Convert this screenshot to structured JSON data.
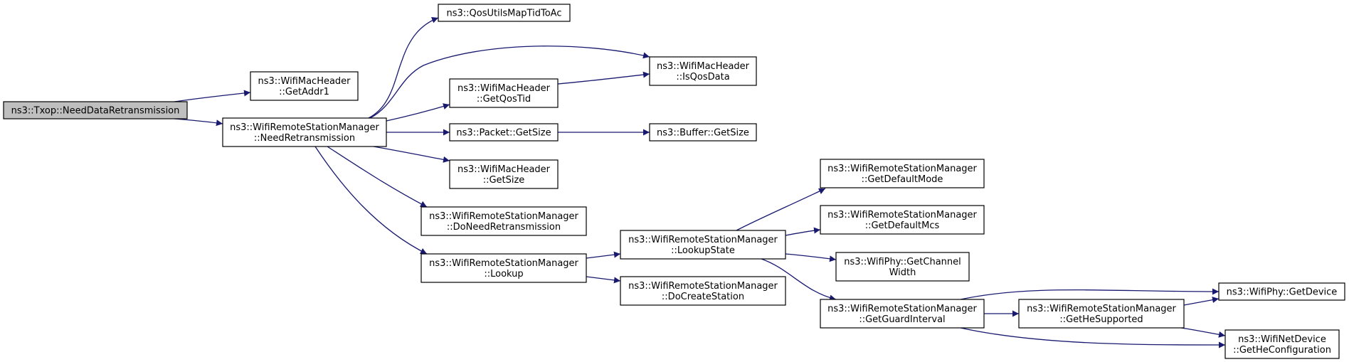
{
  "colors": {
    "edge": "#191970",
    "node_fill": "#ffffff",
    "root_fill": "#bfbfbf",
    "border": "#000000"
  },
  "nodes": [
    {
      "id": "root",
      "lines": [
        "ns3::Txop::NeedDataRetransmission"
      ],
      "root": true
    },
    {
      "id": "addr1",
      "lines": [
        "ns3::WifiMacHeader",
        "::GetAddr1"
      ]
    },
    {
      "id": "needre",
      "lines": [
        "ns3::WifiRemoteStationManager",
        "::NeedRetransmission"
      ]
    },
    {
      "id": "qosmap",
      "lines": [
        "ns3::QosUtilsMapTidToAc"
      ]
    },
    {
      "id": "qostid",
      "lines": [
        "ns3::WifiMacHeader",
        "::GetQosTid"
      ]
    },
    {
      "id": "pktsz",
      "lines": [
        "ns3::Packet::GetSize"
      ]
    },
    {
      "id": "hdrsz",
      "lines": [
        "ns3::WifiMacHeader",
        "::GetSize"
      ]
    },
    {
      "id": "doneed",
      "lines": [
        "ns3::WifiRemoteStationManager",
        "::DoNeedRetransmission"
      ]
    },
    {
      "id": "lookup",
      "lines": [
        "ns3::WifiRemoteStationManager",
        "::Lookup"
      ]
    },
    {
      "id": "isqos",
      "lines": [
        "ns3::WifiMacHeader",
        "::IsQosData"
      ]
    },
    {
      "id": "bufsz",
      "lines": [
        "ns3::Buffer::GetSize"
      ]
    },
    {
      "id": "lkstate",
      "lines": [
        "ns3::WifiRemoteStationManager",
        "::LookupState"
      ]
    },
    {
      "id": "docreate",
      "lines": [
        "ns3::WifiRemoteStationManager",
        "::DoCreateStation"
      ]
    },
    {
      "id": "defmode",
      "lines": [
        "ns3::WifiRemoteStationManager",
        "::GetDefaultMode"
      ]
    },
    {
      "id": "defmcs",
      "lines": [
        "ns3::WifiRemoteStationManager",
        "::GetDefaultMcs"
      ]
    },
    {
      "id": "chanw",
      "lines": [
        "ns3::WifiPhy::GetChannel",
        "Width"
      ]
    },
    {
      "id": "guard",
      "lines": [
        "ns3::WifiRemoteStationManager",
        "::GetGuardInterval"
      ]
    },
    {
      "id": "hesup",
      "lines": [
        "ns3::WifiRemoteStationManager",
        "::GetHeSupported"
      ]
    },
    {
      "id": "getdev",
      "lines": [
        "ns3::WifiPhy::GetDevice"
      ]
    },
    {
      "id": "hecfg",
      "lines": [
        "ns3::WifiNetDevice",
        "::GetHeConfiguration"
      ]
    }
  ],
  "edges": [
    [
      "root",
      "addr1"
    ],
    [
      "root",
      "needre"
    ],
    [
      "needre",
      "qosmap"
    ],
    [
      "needre",
      "isqos"
    ],
    [
      "needre",
      "qostid"
    ],
    [
      "needre",
      "pktsz"
    ],
    [
      "needre",
      "hdrsz"
    ],
    [
      "needre",
      "doneed"
    ],
    [
      "needre",
      "lookup"
    ],
    [
      "qostid",
      "isqos"
    ],
    [
      "pktsz",
      "bufsz"
    ],
    [
      "lookup",
      "lkstate"
    ],
    [
      "lookup",
      "docreate"
    ],
    [
      "lkstate",
      "defmode"
    ],
    [
      "lkstate",
      "defmcs"
    ],
    [
      "lkstate",
      "chanw"
    ],
    [
      "lkstate",
      "guard"
    ],
    [
      "guard",
      "getdev"
    ],
    [
      "guard",
      "hesup"
    ],
    [
      "guard",
      "hecfg"
    ],
    [
      "hesup",
      "getdev"
    ],
    [
      "hesup",
      "hecfg"
    ]
  ]
}
